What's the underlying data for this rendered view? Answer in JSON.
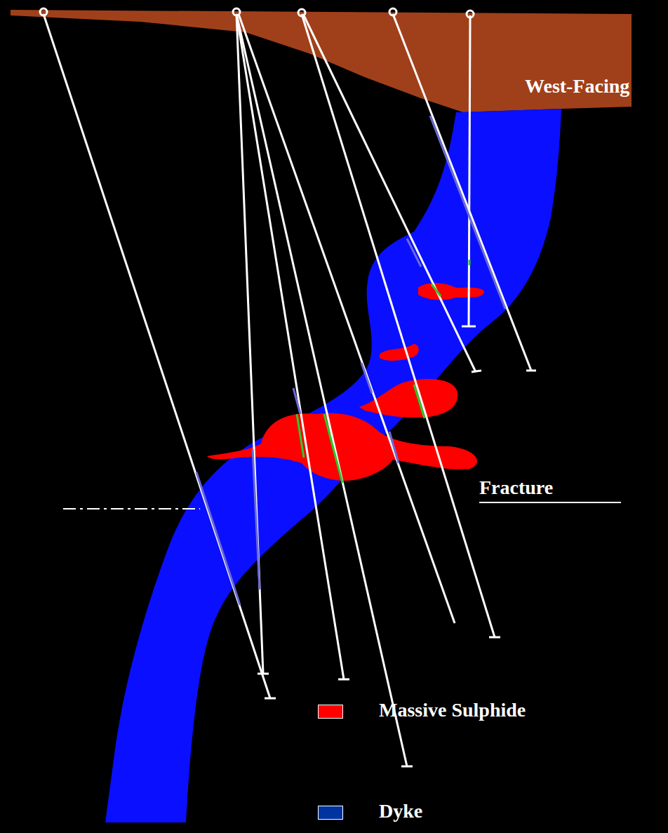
{
  "diagram": {
    "labels": [
      "West-Facing",
      "Fracture"
    ],
    "legend": [
      {
        "text": "Massive Sulphide",
        "color": "#ff0000"
      },
      {
        "text": "Dyke",
        "color": "#0033a0"
      }
    ]
  }
}
